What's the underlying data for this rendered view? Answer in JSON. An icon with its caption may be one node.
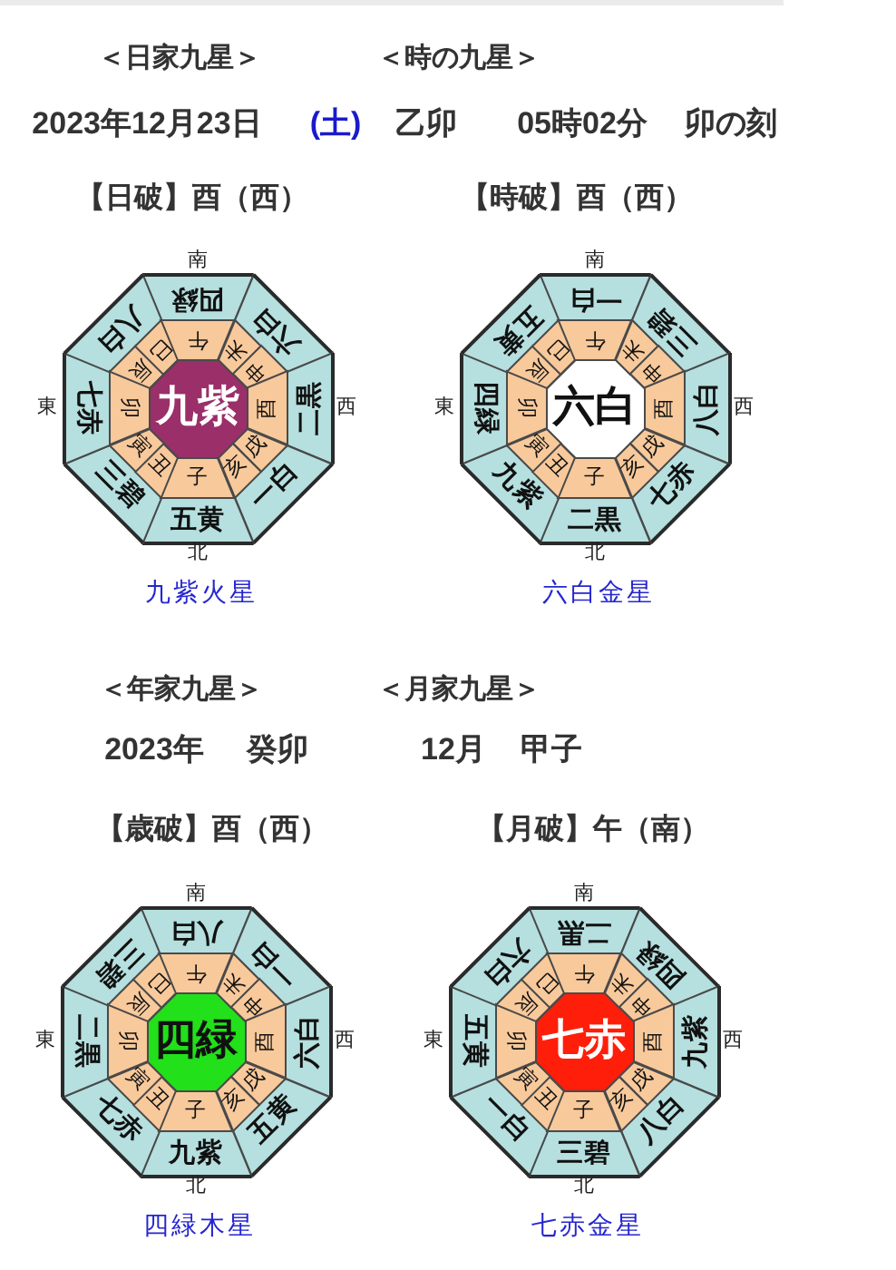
{
  "diagram": {
    "nodes": [
      {
        "text": [
          "九紫"
        ]
      },
      {
        "text": [
          "四緑"
        ]
      },
      {
        "text": [
          "六白"
        ]
      },
      {
        "text": [
          "二黒"
        ]
      },
      {
        "text": [
          "一白"
        ]
      },
      {
        "text": [
          "五黄"
        ]
      },
      {
        "text": [
          "三碧"
        ]
      },
      {
        "text": [
          "七赤"
        ]
      },
      {
        "text": [
          "八白"
        ]
      },
      {
        "text": [
          "午"
        ]
      },
      {
        "text": [
          "未"
        ]
      },
      {
        "text": [
          "申"
        ]
      },
      {
        "text": [
          "酉"
        ]
      },
      {
        "text": [
          "戌"
        ]
      },
      {
        "text": [
          "亥"
        ]
      },
      {
        "text": [
          "子"
        ]
      },
      {
        "text": [
          "丑"
        ]
      },
      {
        "text": [
          "寅"
        ]
      },
      {
        "text": [
          "卯"
        ]
      },
      {
        "text": [
          "辰"
        ]
      },
      {
        "text": [
          "巳"
        ]
      },
      {
        "text": [
          "六白"
        ]
      },
      {
        "text": [
          "一白"
        ]
      },
      {
        "text": [
          "三碧"
        ]
      },
      {
        "text": [
          "八白"
        ]
      },
      {
        "text": [
          "七赤"
        ]
      },
      {
        "text": [
          "二黒"
        ]
      },
      {
        "text": [
          "九紫"
        ]
      },
      {
        "text": [
          "四緑"
        ]
      },
      {
        "text": [
          "五黄"
        ]
      },
      {
        "text": [
          "午"
        ]
      },
      {
        "text": [
          "未"
        ]
      },
      {
        "text": [
          "申"
        ]
      },
      {
        "text": [
          "酉"
        ]
      },
      {
        "text": [
          "戌"
        ]
      },
      {
        "text": [
          "亥"
        ]
      },
      {
        "text": [
          "子"
        ]
      },
      {
        "text": [
          "丑"
        ]
      },
      {
        "text": [
          "寅"
        ]
      },
      {
        "text": [
          "卯"
        ]
      },
      {
        "text": [
          "辰"
        ]
      },
      {
        "text": [
          "巳"
        ]
      },
      {
        "text": [
          "四緑"
        ]
      },
      {
        "text": [
          "八白"
        ]
      },
      {
        "text": [
          "一白"
        ]
      },
      {
        "text": [
          "六白"
        ]
      },
      {
        "text": [
          "五黄"
        ]
      },
      {
        "text": [
          "九紫"
        ]
      },
      {
        "text": [
          "七赤"
        ]
      },
      {
        "text": [
          "二黒"
        ]
      },
      {
        "text": [
          "三碧"
        ]
      },
      {
        "text": [
          "午"
        ]
      },
      {
        "text": [
          "未"
        ]
      },
      {
        "text": [
          "申"
        ]
      },
      {
        "text": [
          "酉"
        ]
      },
      {
        "text": [
          "戌"
        ]
      },
      {
        "text": [
          "亥"
        ]
      },
      {
        "text": [
          "子"
        ]
      },
      {
        "text": [
          "丑"
        ]
      },
      {
        "text": [
          "寅"
        ]
      },
      {
        "text": [
          "卯"
        ]
      },
      {
        "text": [
          "辰"
        ]
      },
      {
        "text": [
          "巳"
        ]
      },
      {
        "text": [
          "七赤"
        ]
      },
      {
        "text": [
          "二黒"
        ]
      },
      {
        "text": [
          "四緑"
        ]
      },
      {
        "text": [
          "九紫"
        ]
      },
      {
        "text": [
          "八白"
        ]
      },
      {
        "text": [
          "三碧"
        ]
      },
      {
        "text": [
          "一白"
        ]
      },
      {
        "text": [
          "五黄"
        ]
      },
      {
        "text": [
          "六白"
        ]
      },
      {
        "text": [
          "午"
        ]
      },
      {
        "text": [
          "未"
        ]
      },
      {
        "text": [
          "申"
        ]
      },
      {
        "text": [
          "酉"
        ]
      },
      {
        "text": [
          "戌"
        ]
      },
      {
        "text": [
          "亥"
        ]
      },
      {
        "text": [
          "子"
        ]
      },
      {
        "text": [
          "丑"
        ]
      },
      {
        "text": [
          "寅"
        ]
      },
      {
        "text": [
          "卯"
        ]
      },
      {
        "text": [
          "辰"
        ]
      },
      {
        "text": [
          "巳"
        ]
      }
    ],
    "labels": [
      "＜日家九星＞",
      "＜時の九星＞",
      "2023年12月23日",
      "(土)",
      "乙卯",
      "05時02分",
      "卯の刻",
      "【日破】酉（西）",
      "【時破】酉（西）",
      "南",
      "南",
      "東",
      "西",
      "東",
      "西",
      "北",
      "北",
      "九紫火星",
      "六白金星",
      "＜年家九星＞",
      "＜月家九星＞",
      "2023年",
      "癸卯",
      "12月",
      "甲子",
      "【歳破】酉（西）",
      "【月破】午（南）",
      "南",
      "南",
      "東",
      "西",
      "東",
      "西",
      "北",
      "北",
      "四緑木星",
      "七赤金星"
    ]
  }
}
